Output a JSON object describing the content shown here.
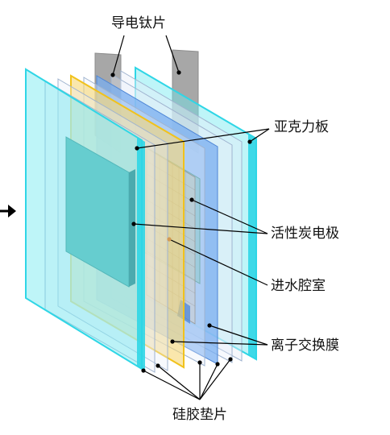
{
  "labels": {
    "titanium_tab": "导电钛片",
    "acrylic_plate": "亚克力板",
    "activated_carbon_electrode": "活性炭电极",
    "water_inlet_chamber": "进水腔室",
    "ion_exchange_membrane": "离子交换膜",
    "silicone_gasket": "硅胶垫片"
  },
  "colors": {
    "acrylic": "#6ee8f0",
    "acrylic_edge": "#2fd6e6",
    "gasket": "#e8eef8",
    "yellow_membrane": "#f6d774",
    "yellow_edge": "#f1c21c",
    "blue_membrane": "#78aef0",
    "carbon": "#5fb6b5",
    "titanium": "#a7a7a7",
    "line": "#000000"
  },
  "icons": {
    "left_arrow": "arrow-right-icon"
  }
}
